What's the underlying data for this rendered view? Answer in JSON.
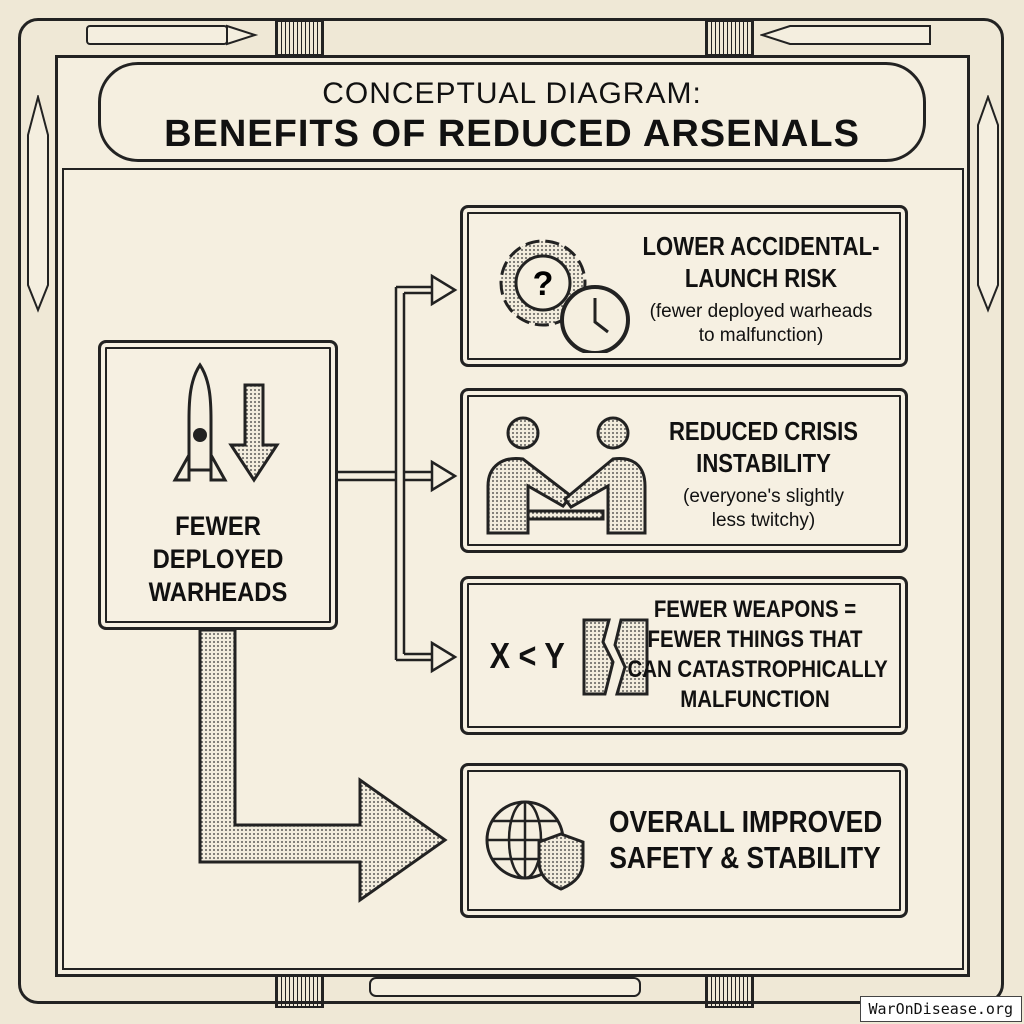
{
  "title": {
    "line1": "CONCEPTUAL DIAGRAM:",
    "line2": "BENEFITS OF REDUCED ARSENALS"
  },
  "source": {
    "label": "FEWER DEPLOYED WARHEADS",
    "lines": [
      "FEWER",
      "DEPLOYED",
      "WARHEADS"
    ]
  },
  "benefits": [
    {
      "title_lines": [
        "LOWER ACCIDENTAL-",
        "LAUNCH RISK"
      ],
      "subtitle_lines": [
        "(fewer deployed warheads",
        "to malfunction)"
      ],
      "icon": "gear-clock-icon"
    },
    {
      "title_lines": [
        "REDUCED CRISIS",
        "INSTABILITY"
      ],
      "subtitle_lines": [
        "(everyone's slightly",
        "less twitchy)"
      ],
      "icon": "handshake-icon"
    },
    {
      "title_lines": [
        "FEWER WEAPONS =",
        "FEWER THINGS THAT",
        "CAN CATASTROPHICALLY",
        "MALFUNCTION"
      ],
      "icon": "broken-circuit-icon",
      "formula": "X < Y"
    },
    {
      "title_lines": [
        "OVERALL IMPROVED",
        "SAFETY & STABILITY"
      ],
      "icon": "globe-shield-icon"
    }
  ],
  "watermark": "WarOnDisease.org"
}
